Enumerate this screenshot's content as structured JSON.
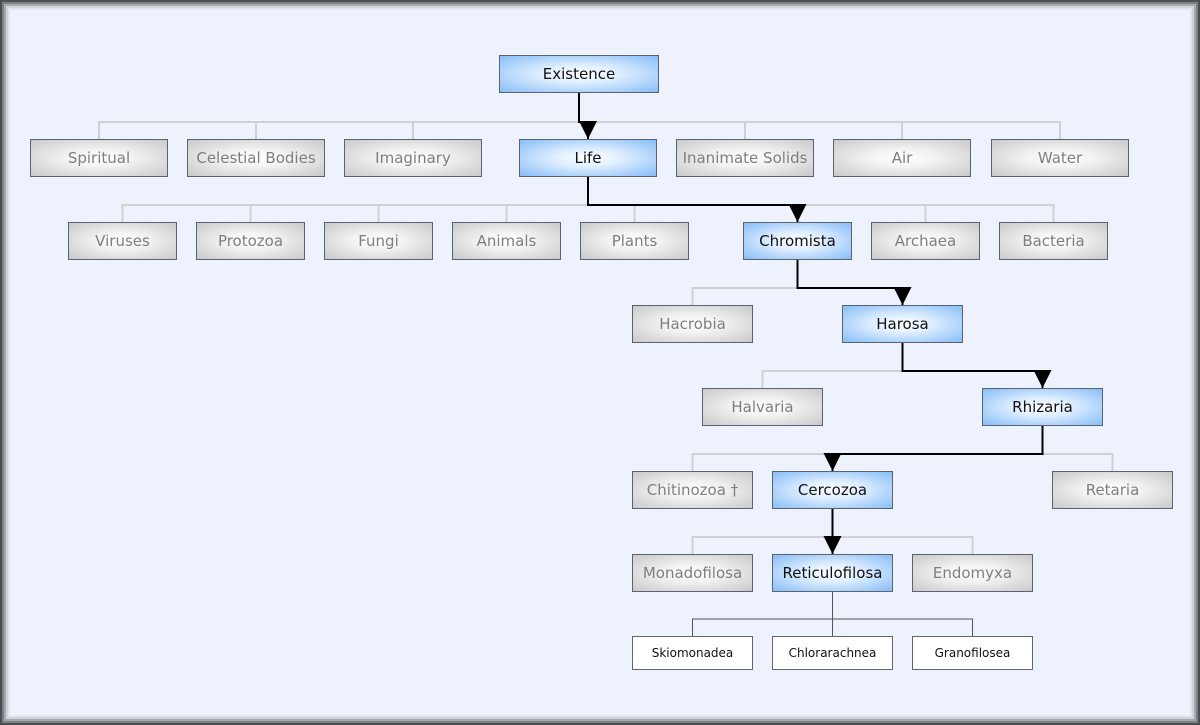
{
  "diagram": {
    "type": "taxonomy-tree",
    "colors": {
      "selected_path": "#86bdf7",
      "sibling": "#c9c9c9",
      "leaf": "#ffffff",
      "active_edge": "#000000",
      "inactive_edge": "#d0d0d0"
    },
    "nodes": [
      {
        "id": "existence",
        "label": "Existence",
        "style": "blue",
        "parent": null
      },
      {
        "id": "spiritual",
        "label": "Spiritual",
        "style": "gray",
        "parent": "existence"
      },
      {
        "id": "celestial-bodies",
        "label": "Celestial Bodies",
        "style": "gray",
        "parent": "existence"
      },
      {
        "id": "imaginary",
        "label": "Imaginary",
        "style": "gray",
        "parent": "existence"
      },
      {
        "id": "life",
        "label": "Life",
        "style": "blue",
        "parent": "existence"
      },
      {
        "id": "inanimate-solids",
        "label": "Inanimate Solids",
        "style": "gray",
        "parent": "existence"
      },
      {
        "id": "air",
        "label": "Air",
        "style": "gray",
        "parent": "existence"
      },
      {
        "id": "water",
        "label": "Water",
        "style": "gray",
        "parent": "existence"
      },
      {
        "id": "viruses",
        "label": "Viruses",
        "style": "gray",
        "parent": "life"
      },
      {
        "id": "protozoa",
        "label": "Protozoa",
        "style": "gray",
        "parent": "life"
      },
      {
        "id": "fungi",
        "label": "Fungi",
        "style": "gray",
        "parent": "life"
      },
      {
        "id": "animals",
        "label": "Animals",
        "style": "gray",
        "parent": "life"
      },
      {
        "id": "plants",
        "label": "Plants",
        "style": "gray",
        "parent": "life"
      },
      {
        "id": "chromista",
        "label": "Chromista",
        "style": "blue",
        "parent": "life"
      },
      {
        "id": "archaea",
        "label": "Archaea",
        "style": "gray",
        "parent": "life"
      },
      {
        "id": "bacteria",
        "label": "Bacteria",
        "style": "gray",
        "parent": "life"
      },
      {
        "id": "hacrobia",
        "label": "Hacrobia",
        "style": "gray",
        "parent": "chromista"
      },
      {
        "id": "harosa",
        "label": "Harosa",
        "style": "blue",
        "parent": "chromista"
      },
      {
        "id": "halvaria",
        "label": "Halvaria",
        "style": "gray",
        "parent": "harosa"
      },
      {
        "id": "rhizaria",
        "label": "Rhizaria",
        "style": "blue",
        "parent": "harosa"
      },
      {
        "id": "chitinozoa",
        "label": "Chitinozoa †",
        "style": "gray",
        "parent": "rhizaria"
      },
      {
        "id": "cercozoa",
        "label": "Cercozoa",
        "style": "blue",
        "parent": "rhizaria"
      },
      {
        "id": "retaria",
        "label": "Retaria",
        "style": "gray",
        "parent": "rhizaria"
      },
      {
        "id": "monadofilosa",
        "label": "Monadofilosa",
        "style": "gray",
        "parent": "cercozoa"
      },
      {
        "id": "reticulofilosa",
        "label": "Reticulofilosa",
        "style": "blue",
        "parent": "cercozoa"
      },
      {
        "id": "endomyxa",
        "label": "Endomyxa",
        "style": "gray",
        "parent": "cercozoa"
      },
      {
        "id": "skiomonadea",
        "label": "Skiomonadea",
        "style": "white",
        "parent": "reticulofilosa"
      },
      {
        "id": "chlorarachnea",
        "label": "Chlorarachnea",
        "style": "white",
        "parent": "reticulofilosa"
      },
      {
        "id": "granofilosea",
        "label": "Granofilosea",
        "style": "white",
        "parent": "reticulofilosa"
      }
    ],
    "selected_path": [
      "existence",
      "life",
      "chromista",
      "harosa",
      "rhizaria",
      "cercozoa",
      "reticulofilosa"
    ]
  }
}
